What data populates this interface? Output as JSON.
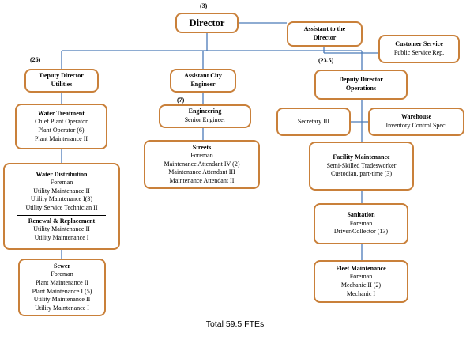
{
  "colors": {
    "box_border": "#c9803a",
    "connector": "#4a7ab8"
  },
  "notes": {
    "director": "(3)",
    "utilities": "(26)",
    "engineering": "(7)",
    "operations": "(23.5)"
  },
  "director": {
    "title": "Director"
  },
  "assistant": {
    "title": "Assistant to the Director"
  },
  "customer_service": {
    "title": "Customer Service",
    "lines": [
      "Public Service Rep."
    ]
  },
  "utilities": {
    "title": "Deputy Director Utilities"
  },
  "city_engineer": {
    "title": "Assistant City Engineer"
  },
  "operations": {
    "title": "Deputy Director Operations"
  },
  "water_treatment": {
    "title": "Water Treatment",
    "lines": [
      "Chief Plant Operator",
      "Plant Operator (6)",
      "Plant Maintenance II"
    ]
  },
  "water_distribution": {
    "title": "Water Distribution",
    "lines": [
      "Foreman",
      "Utility Maintenance II",
      "Utility Maintenance I(3)",
      "Utility Service Technician II"
    ]
  },
  "renewal": {
    "title": "Renewal & Replacement",
    "lines": [
      "Utility Maintenance II",
      "Utility Maintenance I"
    ]
  },
  "sewer": {
    "title": "Sewer",
    "lines": [
      "Foreman",
      "Plant Maintenance II",
      "Plant Maintenance I (5)",
      "Utility Maintenance II",
      "Utility Maintenance I"
    ]
  },
  "engineering": {
    "title": "Engineering",
    "lines": [
      "Senior Engineer"
    ]
  },
  "streets": {
    "title": "Streets",
    "lines": [
      "Foreman",
      "Maintenance Attendant IV (2)",
      "Maintenance Attendant III",
      "Maintenance Attendant II"
    ]
  },
  "secretary": {
    "title": "Secretary III"
  },
  "warehouse": {
    "title": "Warehouse",
    "lines": [
      "Inventory Control Spec."
    ]
  },
  "facility": {
    "title": "Facility Maintenance",
    "lines": [
      "Semi-Skilled Tradesworker",
      "Custodian, part-time (3)"
    ]
  },
  "sanitation": {
    "title": "Sanitation",
    "lines": [
      "Foreman",
      "Driver/Collector (13)"
    ]
  },
  "fleet": {
    "title": "Fleet Maintenance",
    "lines": [
      "Foreman",
      "Mechanic II  (2)",
      "Mechanic I"
    ]
  },
  "total": "Total 59.5 FTEs"
}
